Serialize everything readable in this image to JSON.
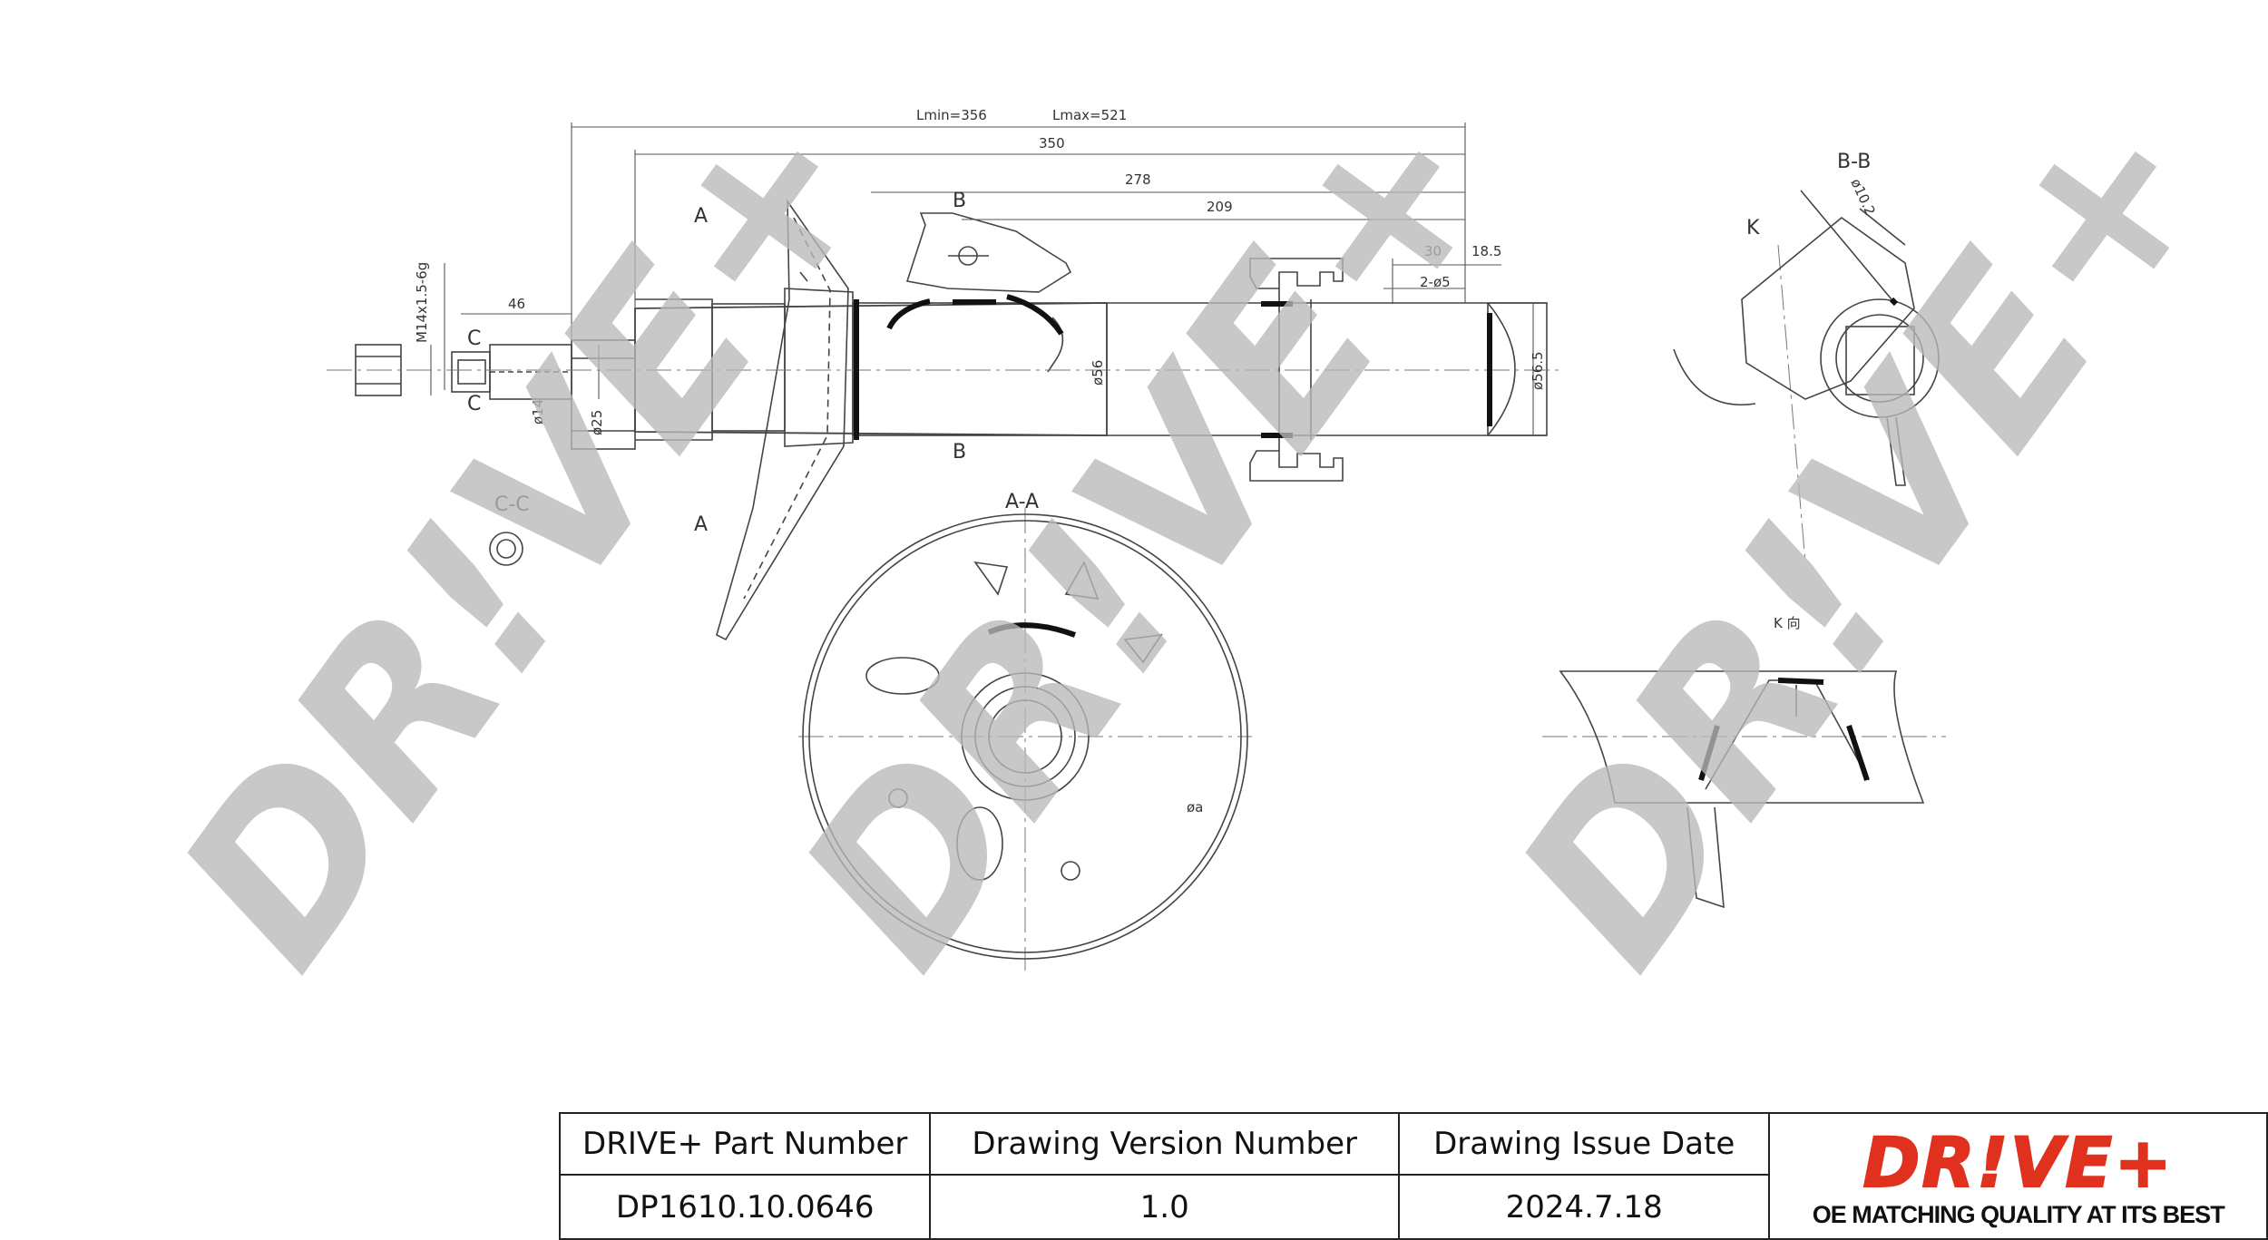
{
  "watermark": {
    "text": "DR!VE+",
    "color": "#c8c8c8"
  },
  "dimensions": {
    "lmin": "Lmin=356",
    "lmax": "Lmax=521",
    "d350": "350",
    "d278": "278",
    "d209": "209",
    "d46": "46",
    "d30": "30",
    "d18_5": "18.5",
    "holes": "2-ø5",
    "thread": "M14x1.5-6g",
    "dia14": "ø14",
    "dia25": "ø25",
    "dia56": "ø56",
    "dia56_5": "ø56.5",
    "dia10_2": "ø10.2",
    "dia_a": "øa"
  },
  "sections": {
    "a_top": "A",
    "a_bottom": "A",
    "b_top": "B",
    "b_bottom": "B",
    "c_top": "C",
    "c_bottom": "C",
    "aa": "A-A",
    "bb": "B-B",
    "cc": "C-C",
    "k": "K",
    "k_view": "K 向"
  },
  "title_block": {
    "part_number_label": "DRIVE+ Part Number",
    "version_label": "Drawing Version Number",
    "issue_date_label": "Drawing Issue Date",
    "part_number": "DP1610.10.0646",
    "version": "1.0",
    "issue_date": "2024.7.18"
  },
  "logo": {
    "name": "DR!VE+",
    "tagline": "OE MATCHING QUALITY AT ITS BEST",
    "color": "#e0301e"
  }
}
